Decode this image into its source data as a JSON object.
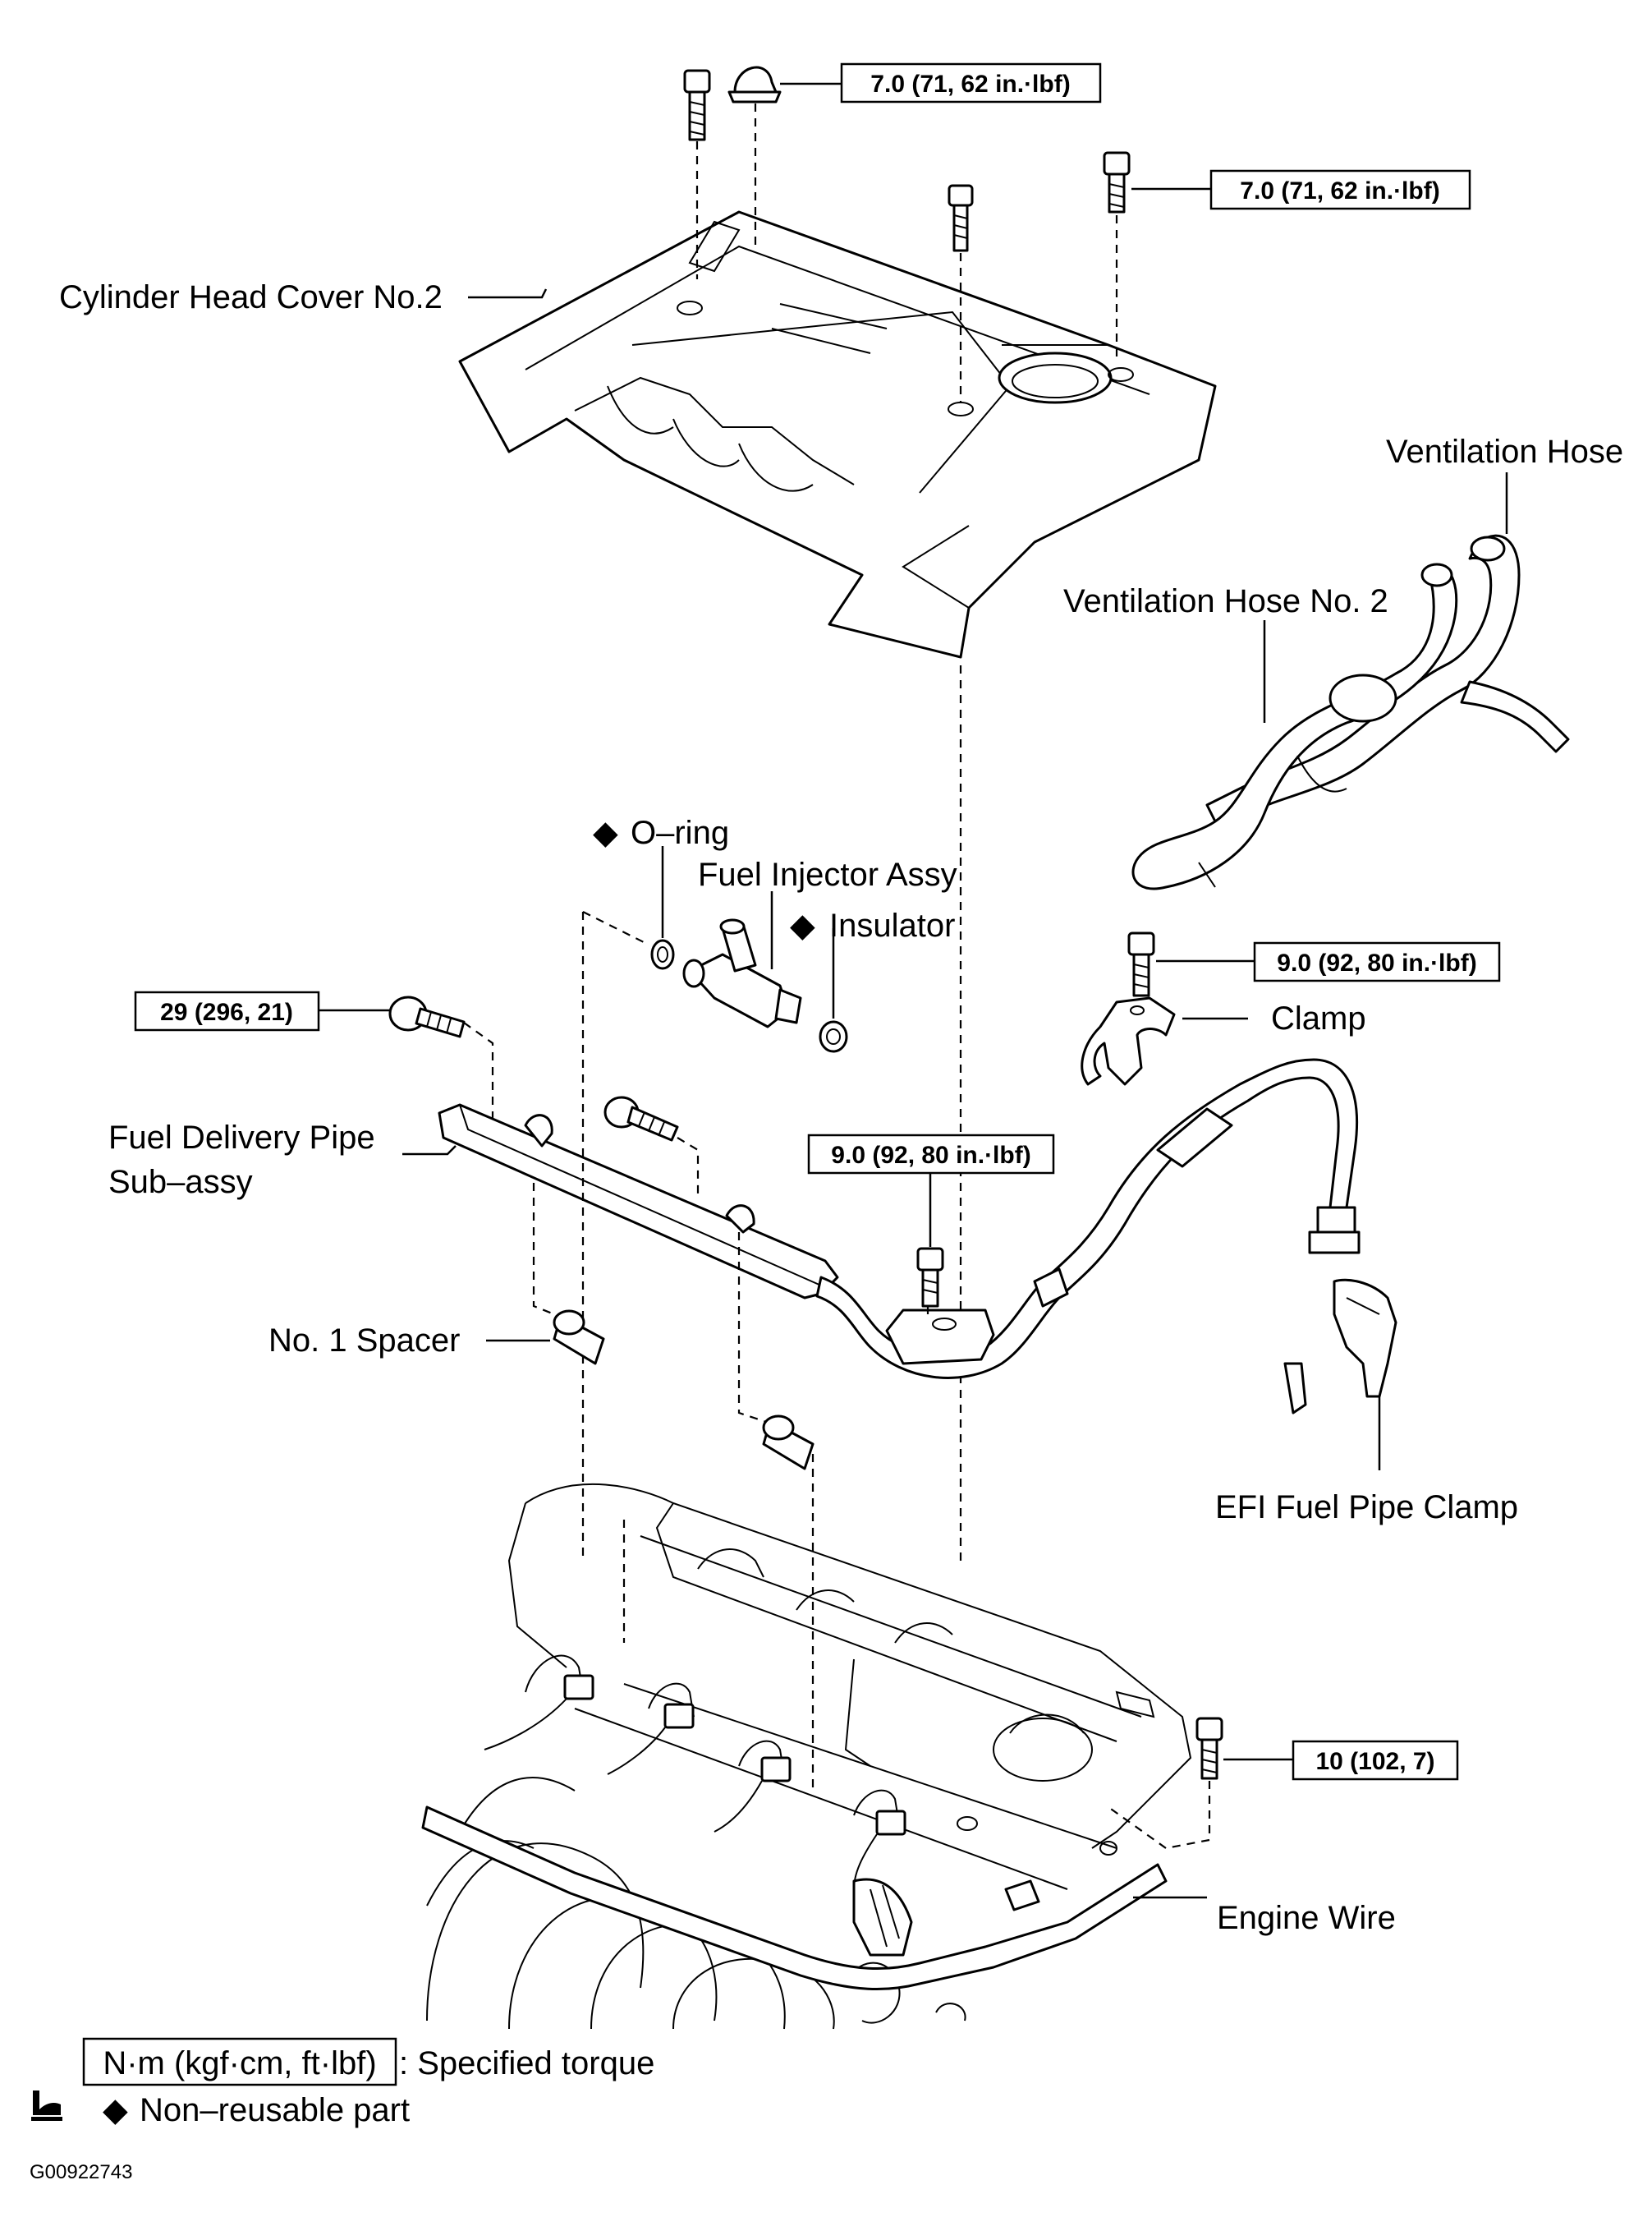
{
  "labels": {
    "cylinder_head_cover": "Cylinder Head Cover No.2",
    "ventilation_hose": "Ventilation Hose",
    "ventilation_hose_no2": "Ventilation Hose No. 2",
    "o_ring": "O–ring",
    "fuel_injector": "Fuel Injector Assy",
    "insulator": "Insulator",
    "clamp": "Clamp",
    "fuel_delivery_pipe_line1": "Fuel Delivery Pipe",
    "fuel_delivery_pipe_line2": "Sub–assy",
    "no1_spacer": "No. 1 Spacer",
    "efi_fuel_pipe_clamp": "EFI Fuel Pipe Clamp",
    "engine_wire": "Engine Wire"
  },
  "torque": {
    "top_cap": "7.0 (71, 62 in.·lbf)",
    "top_right_bolt": "7.0 (71, 62 in.·lbf)",
    "clamp_bolt": "9.0 (92, 80 in.·lbf)",
    "pipe_bolt": "29 (296, 21)",
    "mid_bolt": "9.0 (92, 80 in.·lbf)",
    "engine_bolt": "10 (102, 7)"
  },
  "legend": {
    "unit_box": "N·m (kgf·cm, ft·lbf)",
    "unit_text": ": Specified torque",
    "nonreusable_symbol": "◆",
    "nonreusable_text": "Non–reusable part"
  },
  "marks": {
    "diamond": "◆"
  },
  "figure_code": "G00922743"
}
